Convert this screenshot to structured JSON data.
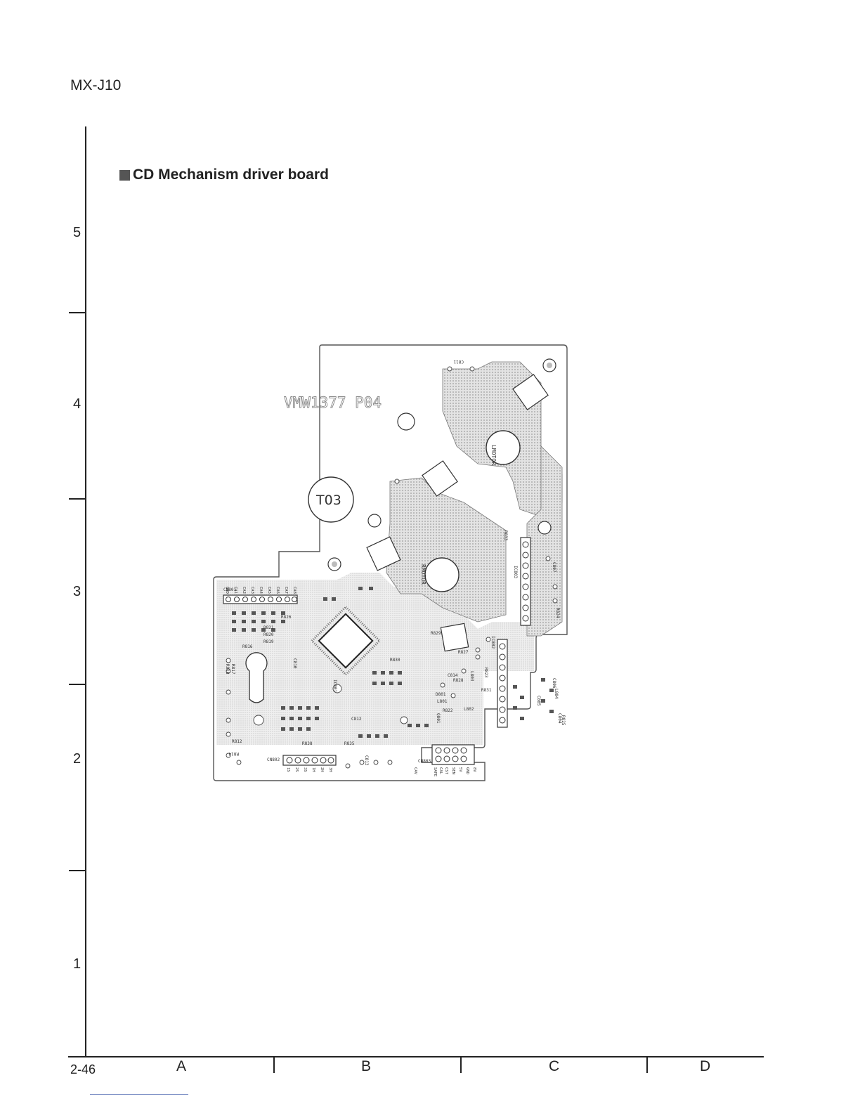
{
  "header": {
    "model": "MX-J10"
  },
  "section": {
    "title": "CD Mechanism driver board"
  },
  "grid": {
    "rows": [
      "5",
      "4",
      "3",
      "2",
      "1"
    ],
    "columns": [
      "A",
      "B",
      "C",
      "D"
    ]
  },
  "footer": {
    "page_number": "2-46"
  },
  "board": {
    "part_number": "VMW1377 P04",
    "test_point": "T03",
    "motor_labels": [
      "LMOTOR",
      "RMOTOR"
    ],
    "ic_labels": [
      "IC801",
      "IC802",
      "IC803"
    ],
    "connector_labels": [
      "CN801",
      "CN802",
      "CN803"
    ],
    "component_labels": [
      "C811",
      "C810",
      "C807",
      "C806",
      "C805",
      "C804",
      "C814",
      "C813",
      "C812",
      "R826",
      "R827",
      "R828",
      "R829",
      "R830",
      "R831",
      "R833",
      "R835",
      "R838",
      "R812",
      "R814",
      "R816",
      "R817",
      "R818",
      "R819",
      "R820",
      "R821",
      "R822",
      "R823",
      "R824",
      "R825",
      "L801",
      "L802",
      "L803",
      "L804",
      "D801",
      "Q801"
    ],
    "pin_labels_cn803": [
      "GND",
      "CA1",
      "CA2",
      "CA3",
      "CA4",
      "CA5",
      "CA6",
      "CA7",
      "CA8"
    ],
    "pin_labels_cn802": [
      "1S",
      "2S",
      "3S",
      "1H",
      "2H",
      "3H"
    ],
    "pin_labels_cn801": [
      "CAV",
      "SAFE",
      "CAL",
      "CST",
      "SEN",
      "5V",
      "8V",
      "GND"
    ]
  }
}
